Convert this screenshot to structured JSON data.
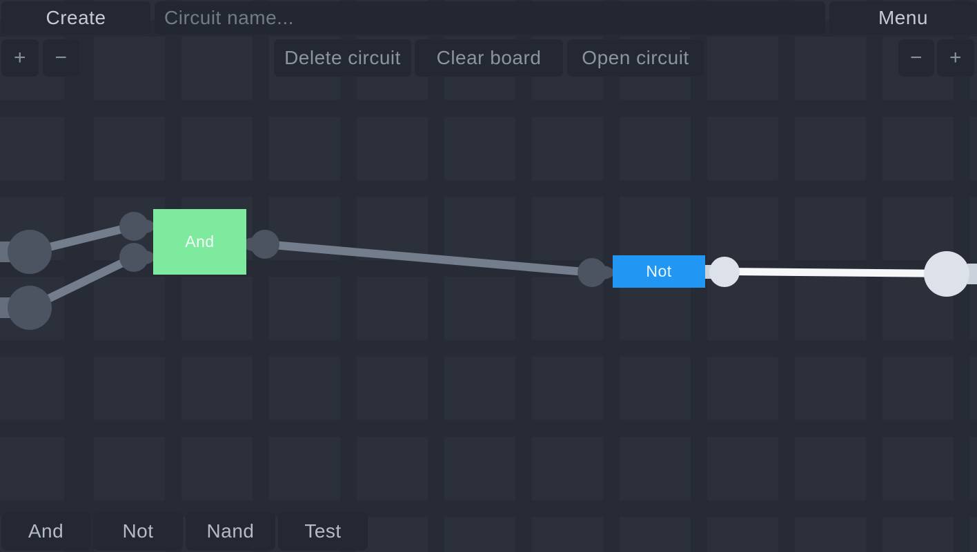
{
  "top_bar": {
    "create_label": "Create",
    "circuit_name_placeholder": "Circuit name...",
    "menu_label": "Menu"
  },
  "toolbar": {
    "delete_circuit_label": "Delete circuit",
    "clear_board_label": "Clear board",
    "open_circuit_label": "Open circuit"
  },
  "zoom_controls": {
    "plus": "+",
    "minus": "−"
  },
  "palette": {
    "items": [
      {
        "label": "And"
      },
      {
        "label": "Not"
      },
      {
        "label": "Nand"
      },
      {
        "label": "Test"
      }
    ]
  },
  "canvas": {
    "gates": [
      {
        "type": "and",
        "label": "And",
        "color": "#7dea9d",
        "inputs": 2,
        "output_state": "low"
      },
      {
        "type": "not",
        "label": "Not",
        "color": "#2196f3",
        "inputs": 1,
        "output_state": "high"
      }
    ],
    "nodes": {
      "circuit_inputs": 2,
      "circuit_outputs": 1
    }
  },
  "colors": {
    "background": "#262b35",
    "background_tile": "#2b303b",
    "button_bg": "#232833",
    "button_text": "#8e949f",
    "button_text_bright": "#c6cbd3",
    "gate_and": "#7dea9d",
    "gate_not": "#2196f3",
    "wire_low": "#747d8b",
    "node_low": "#4c5462",
    "wire_high": "#f5f7f9",
    "node_high": "#dde1e9"
  }
}
